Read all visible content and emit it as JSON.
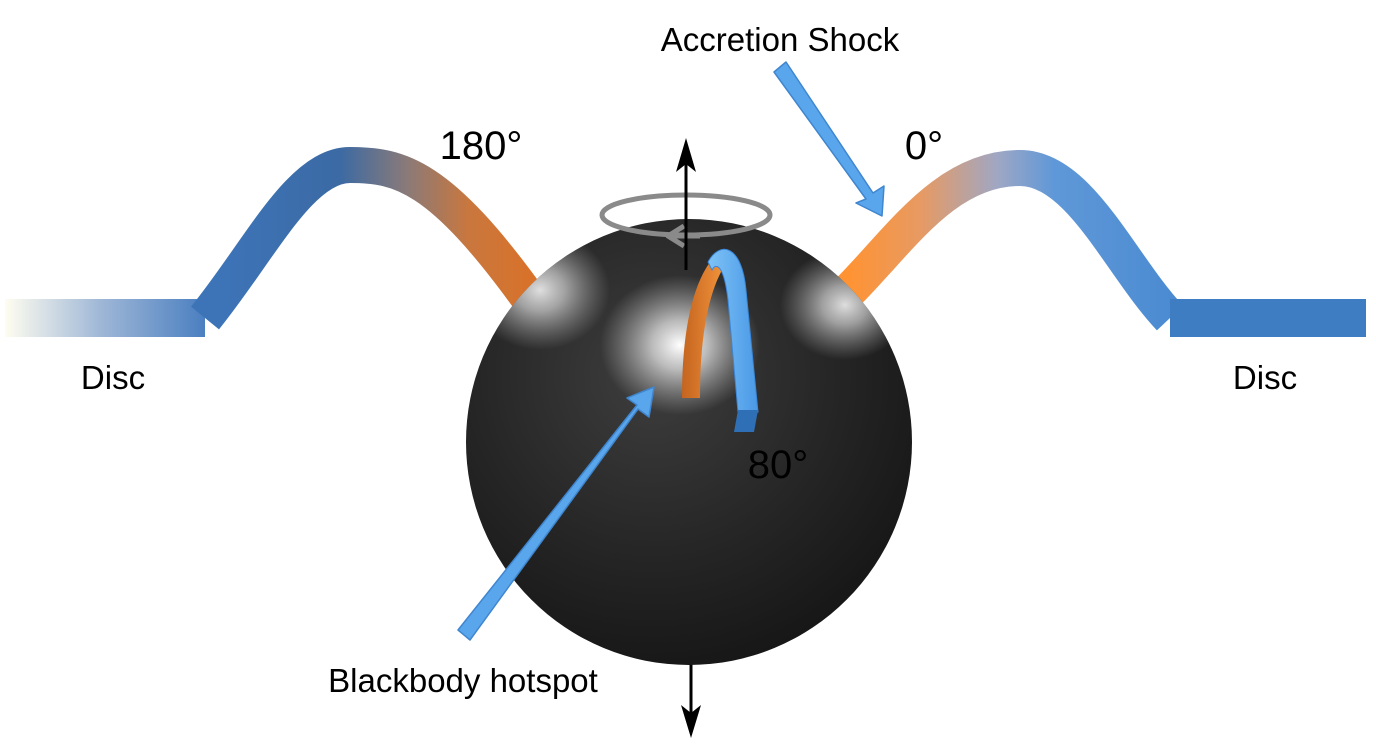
{
  "labels": {
    "accretion_shock": "Accretion Shock",
    "angle_180": "180°",
    "angle_0": "0°",
    "angle_80": "80°",
    "disc_left": "Disc",
    "disc_right": "Disc",
    "blackbody_hotspot": "Blackbody hotspot"
  },
  "colors": {
    "disc_blue": "#3d7cc4",
    "accretion_orange": "#f08a34",
    "pointer_blue": "#5aa6ec",
    "star_dark": "#1e1e1e",
    "spin_gray": "#8a8a8a",
    "axis_black": "#000000"
  },
  "icons": {
    "rotation_axis": "double-arrow-vertical",
    "spin_direction": "circular-arrow"
  }
}
